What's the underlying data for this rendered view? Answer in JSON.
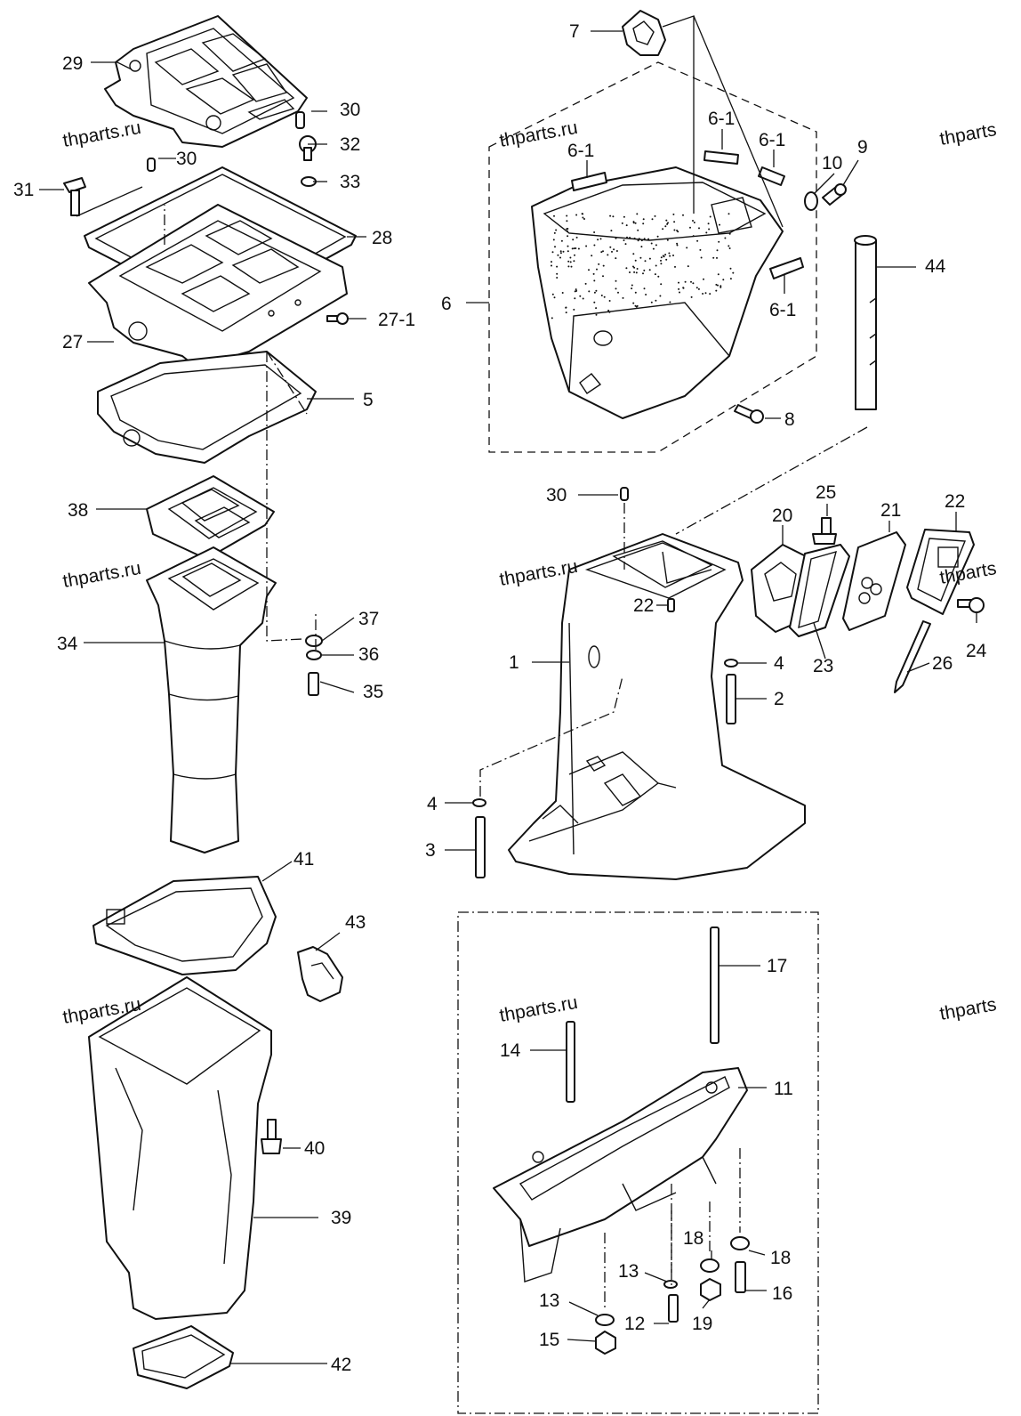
{
  "diagram": {
    "watermarks": [
      {
        "id": "wm1",
        "text": "thparts.ru"
      },
      {
        "id": "wm2",
        "text": "thparts.ru"
      },
      {
        "id": "wm3",
        "text": "thparts"
      },
      {
        "id": "wm4",
        "text": "thparts.ru"
      },
      {
        "id": "wm5",
        "text": "thparts.ru"
      },
      {
        "id": "wm6",
        "text": "thparts"
      },
      {
        "id": "wm7",
        "text": "thparts.ru"
      },
      {
        "id": "wm8",
        "text": "thparts.ru"
      },
      {
        "id": "wm9",
        "text": "thparts"
      }
    ],
    "callouts": [
      {
        "id": "c29",
        "text": "29"
      },
      {
        "id": "c30a",
        "text": "30"
      },
      {
        "id": "c32",
        "text": "32"
      },
      {
        "id": "c30b",
        "text": "30"
      },
      {
        "id": "c33",
        "text": "33"
      },
      {
        "id": "c31",
        "text": "31"
      },
      {
        "id": "c28",
        "text": "28"
      },
      {
        "id": "c27-1",
        "text": "27-1"
      },
      {
        "id": "c27",
        "text": "27"
      },
      {
        "id": "c5",
        "text": "5"
      },
      {
        "id": "c38",
        "text": "38"
      },
      {
        "id": "c37",
        "text": "37"
      },
      {
        "id": "c34",
        "text": "34"
      },
      {
        "id": "c36",
        "text": "36"
      },
      {
        "id": "c35",
        "text": "35"
      },
      {
        "id": "c41",
        "text": "41"
      },
      {
        "id": "c43",
        "text": "43"
      },
      {
        "id": "c40",
        "text": "40"
      },
      {
        "id": "c39",
        "text": "39"
      },
      {
        "id": "c42",
        "text": "42"
      },
      {
        "id": "c7",
        "text": "7"
      },
      {
        "id": "c6-1a",
        "text": "6-1"
      },
      {
        "id": "c6-1b",
        "text": "6-1"
      },
      {
        "id": "c6-1c",
        "text": "6-1"
      },
      {
        "id": "c10",
        "text": "10"
      },
      {
        "id": "c9",
        "text": "9"
      },
      {
        "id": "c44",
        "text": "44"
      },
      {
        "id": "c6",
        "text": "6"
      },
      {
        "id": "c6-1d",
        "text": "6-1"
      },
      {
        "id": "c8",
        "text": "8"
      },
      {
        "id": "c30c",
        "text": "30"
      },
      {
        "id": "c25",
        "text": "25"
      },
      {
        "id": "c20",
        "text": "20"
      },
      {
        "id": "c21",
        "text": "21"
      },
      {
        "id": "c22a",
        "text": "22"
      },
      {
        "id": "c22b",
        "text": "22"
      },
      {
        "id": "c1",
        "text": "1"
      },
      {
        "id": "c4a",
        "text": "4"
      },
      {
        "id": "c23",
        "text": "23"
      },
      {
        "id": "c26",
        "text": "26"
      },
      {
        "id": "c24",
        "text": "24"
      },
      {
        "id": "c2",
        "text": "2"
      },
      {
        "id": "c4b",
        "text": "4"
      },
      {
        "id": "c3",
        "text": "3"
      },
      {
        "id": "c17",
        "text": "17"
      },
      {
        "id": "c14",
        "text": "14"
      },
      {
        "id": "c11",
        "text": "11"
      },
      {
        "id": "c18a",
        "text": "18"
      },
      {
        "id": "c18b",
        "text": "18"
      },
      {
        "id": "c13a",
        "text": "13"
      },
      {
        "id": "c16",
        "text": "16"
      },
      {
        "id": "c13b",
        "text": "13"
      },
      {
        "id": "c12",
        "text": "12"
      },
      {
        "id": "c19",
        "text": "19"
      },
      {
        "id": "c15",
        "text": "15"
      }
    ]
  }
}
